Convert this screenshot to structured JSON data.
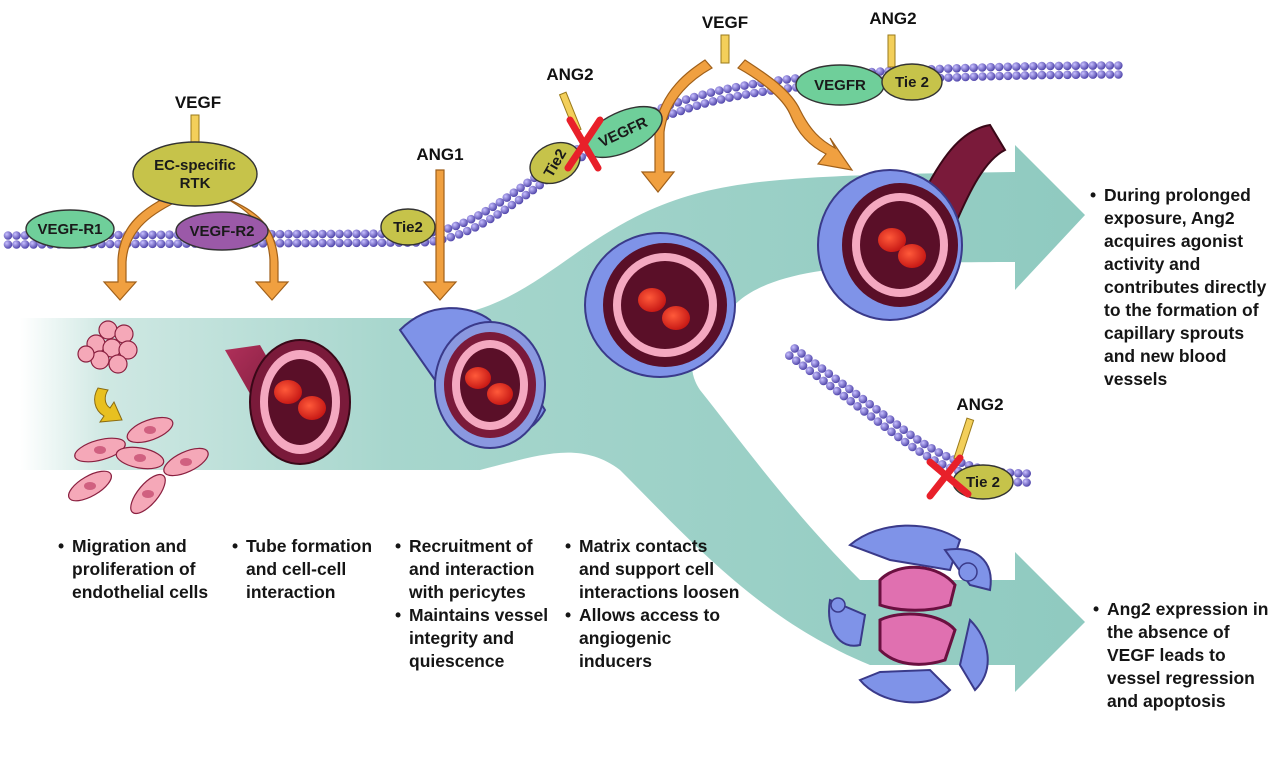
{
  "ligands": {
    "vegf_left": "VEGF",
    "ang1": "ANG1",
    "ang2_upper": "ANG2",
    "vegf_center": "VEGF",
    "ang2_right": "ANG2",
    "ang2_lower": "ANG2"
  },
  "receptors": {
    "ec_rtk_line1": "EC-specific",
    "ec_rtk_line2": "RTK",
    "vegf_r1": "VEGF-R1",
    "vegf_r2": "VEGF-R2",
    "tie2_ang1": "Tie2",
    "tie2_blocked": "Tie2",
    "vegfr_blocked": "VEGFR",
    "vegfr_right": "VEGFR",
    "tie2_right": "Tie 2",
    "tie2_lower": "Tie 2"
  },
  "captions": {
    "migration": [
      "Migration and proliferation of endothelial cells"
    ],
    "tube": [
      "Tube formation and cell-cell interaction"
    ],
    "recruitment": [
      "Recruitment of and interaction with pericytes",
      "Maintains vessel integrity and quiescence"
    ],
    "matrix": [
      "Matrix contacts and support cell interactions loosen",
      "Allows access to angiogenic inducers"
    ],
    "sprouting": [
      "During prolonged exposure, Ang2 acquires agonist activity and contributes directly to the formation of capillary sprouts and new blood vessels"
    ],
    "regression": [
      "Ang2 expression in the absence of VEGF leads to vessel regression and apoptosis"
    ]
  },
  "colors": {
    "flow_arrow": "#9fd1c8",
    "membrane_bead": "#6a5fc4",
    "receptor_green": "#6fcf9a",
    "receptor_olive": "#c6c34a",
    "receptor_purple": "#9b59a8",
    "signal_arrow": "#f0a040",
    "block_x": "#e8202a",
    "vessel_wall": "#7a1a3a",
    "blood_cell": "#e8201c",
    "pericyte": "#6a7fd8"
  }
}
